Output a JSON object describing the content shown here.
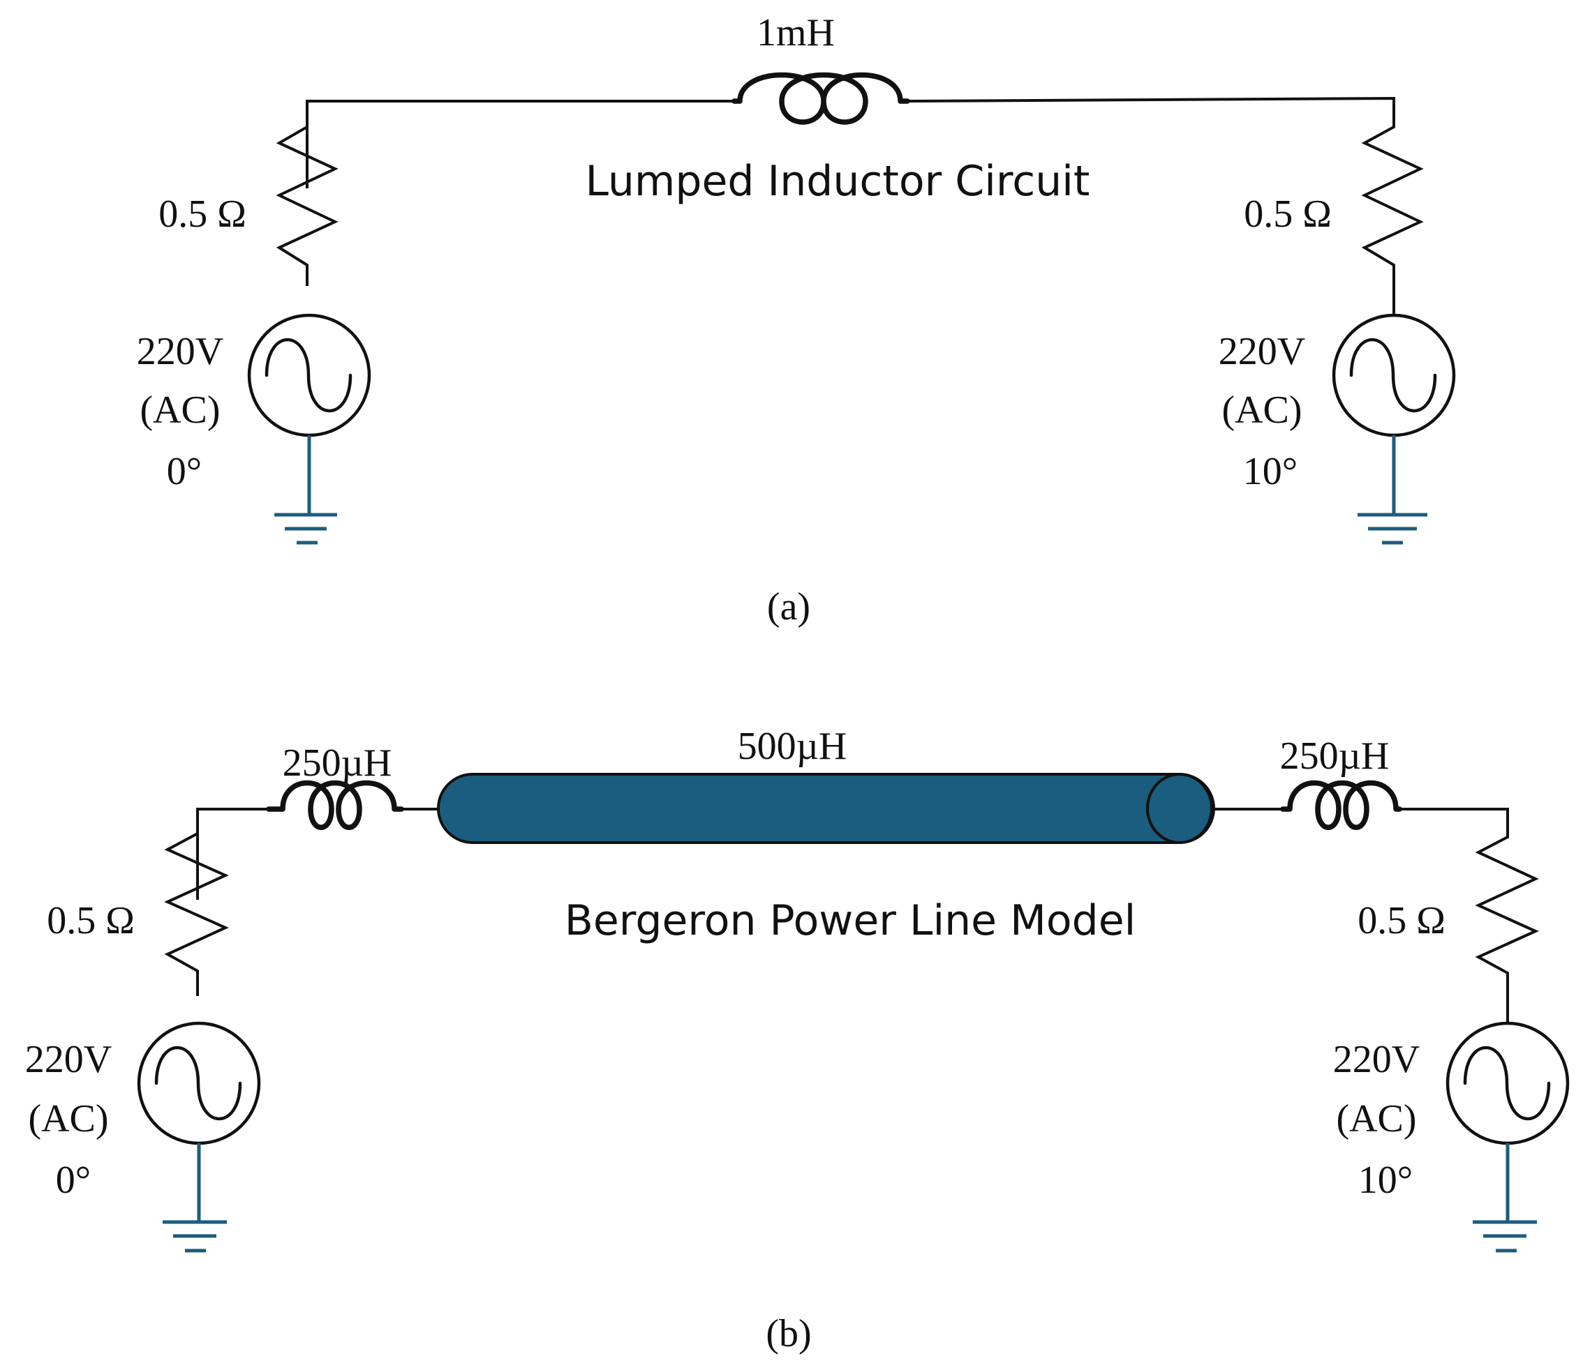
{
  "colors": {
    "wire": "#111111",
    "ground": "#1b5d7e",
    "line_body": "#1b5d7e",
    "background": "#ffffff"
  },
  "panel_a": {
    "caption": "(a)",
    "title": "Lumped Inductor Circuit",
    "inductor_label": "1mH",
    "left": {
      "resistor": "0.5 Ω",
      "voltage": "220V",
      "type": "(AC)",
      "phase": "0°"
    },
    "right": {
      "resistor": "0.5 Ω",
      "voltage": "220V",
      "type": "(AC)",
      "phase": "10°"
    }
  },
  "panel_b": {
    "caption": "(b)",
    "title": "Bergeron Power Line Model",
    "line_label": "500µH",
    "left_inductor_label": "250µH",
    "right_inductor_label": "250µH",
    "left": {
      "resistor": "0.5 Ω",
      "voltage": "220V",
      "type": "(AC)",
      "phase": "0°"
    },
    "right": {
      "resistor": "0.5 Ω",
      "voltage": "220V",
      "type": "(AC)",
      "phase": "10°"
    }
  }
}
